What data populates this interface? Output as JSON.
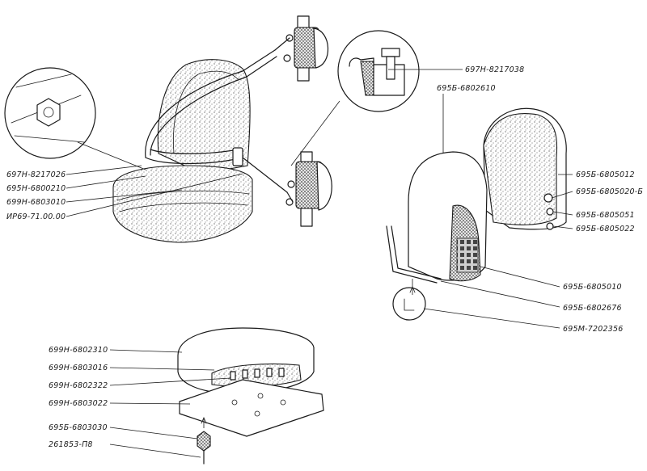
{
  "labels": {
    "seat_belt_buckle": "697Н-8217026",
    "seat_assembly": "695Н-6800210",
    "cushion": "699Н-6803010",
    "frame_mat": "ИР69-71.00.00",
    "belt_anchor_detail": "697Н-8217038",
    "backrest_assembly": "695Б-6802610",
    "back_cover_1": "695Б-6805012",
    "back_cover_2": "695Б-6805020-Б",
    "back_bolt": "695Б-6805051",
    "back_nut": "695Б-6805022",
    "back_frame": "695Б-6805010",
    "back_pad": "695Б-6802676",
    "tool_key": "695М-7202356",
    "armrest_top": "699Н-6802310",
    "armrest_cover": "699Н-6803016",
    "armrest_pad": "699Н-6802322",
    "armrest_base": "699Н-6803022",
    "armrest_bolt": "695Б-6803030",
    "armrest_screw": "261853-П8"
  }
}
